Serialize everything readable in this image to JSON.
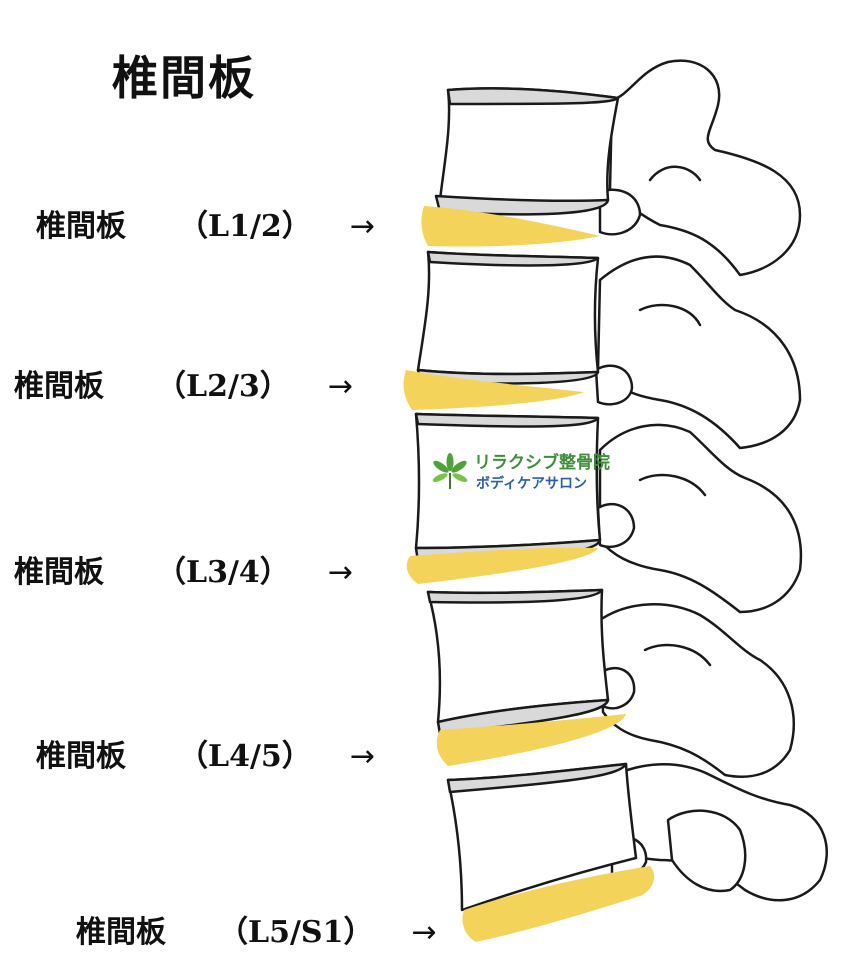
{
  "title": "椎間板",
  "labels": [
    {
      "name": "椎間板",
      "level": "（L1/2）",
      "arrow": "→"
    },
    {
      "name": "椎間板",
      "level": "（L2/3）",
      "arrow": "→"
    },
    {
      "name": "椎間板",
      "level": "（L3/4）",
      "arrow": "→"
    },
    {
      "name": "椎間板",
      "level": "（L4/5）",
      "arrow": "→"
    },
    {
      "name": "椎間板",
      "level": "（L5/S1）",
      "arrow": "→"
    }
  ],
  "logo": {
    "line1": "リラクシブ整骨院",
    "line2": "ボディケアサロン",
    "icon": "leaf-icon"
  },
  "colors": {
    "disc": "#f3d35a",
    "outline": "#1a1a1a",
    "endplate": "#d9d9d9",
    "logo_green": "#3e8f3a",
    "logo_blue": "#2a5ea8"
  }
}
